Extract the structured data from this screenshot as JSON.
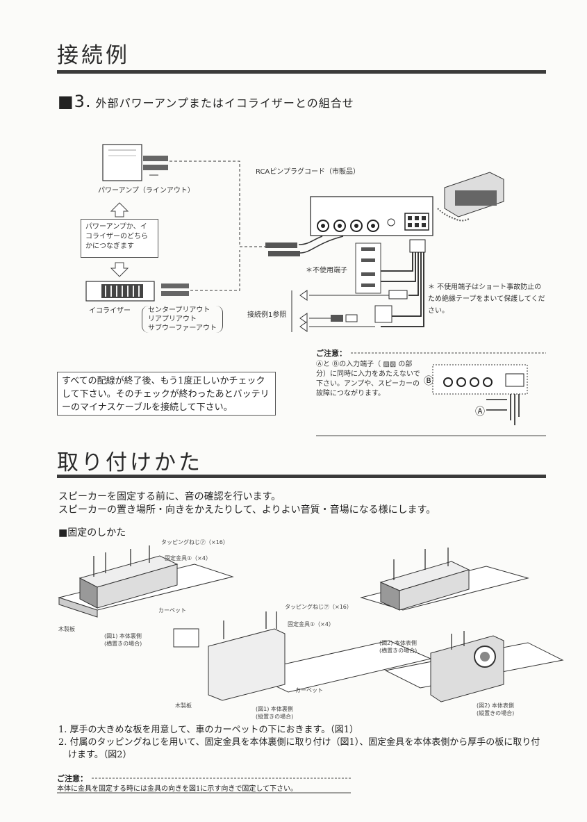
{
  "section1": {
    "title": "接続例",
    "subheading_num": "■3.",
    "subheading_text": "外部パワーアンプまたはイコライザーとの組合せ"
  },
  "diagram1": {
    "rca_label": "RCAピンプラグコード（市販品）",
    "power_amp_label": "パワーアンプ（ラインアウト）",
    "choice_box": "パワーアンプか、イコライザーのどちらかにつなぎます",
    "equalizer_label": "イコライザー",
    "equalizer_outputs": [
      "センタープリアウト",
      "リアプリアウト",
      "サブウーファーアウト"
    ],
    "unused_terminal": "＊不使用端子",
    "unused_note": "＊ 不使用端子はショート事故防止のため絶縁テープをまいて保護してください。",
    "ref_example": "接続例1参照"
  },
  "caution1": {
    "heading": "ご注意：",
    "text": "Ⓐと Ⓑの入力端子（ ▨▨ の部分）に同時に入力をあたえないで下さい。アンプや、スピーカーの故障につながります。",
    "marker_b": "Ⓑ",
    "marker_a": "Ⓐ"
  },
  "check_box": {
    "text": "すべての配線が終了後、もう1度正しいかチェックして下さい。そのチェックが終わったあとバッテリーのマイナスケーブルを接続して下さい。"
  },
  "section2": {
    "title": "取り付けかた",
    "intro": [
      "スピーカーを固定する前に、音の確認を行います。",
      "スピーカーの置き場所・向きをかえたりして、よりよい音質・音場になる様にします。"
    ],
    "sub": "■固定のしかた"
  },
  "diagram2": {
    "screw_label": "タッピングねじ㋐（×16）",
    "bracket_label": "固定金具①（×4）",
    "carpet": "カーペット",
    "wood_board": "木製板",
    "fig1_flat": "(図1) 本体裏側",
    "fig1_flat_sub": "(横置きの場合)",
    "fig2_flat": "(図2) 本体表側",
    "fig2_flat_sub": "(横置きの場合)",
    "fig1_upright": "(図1) 本体裏側",
    "fig1_upright_sub": "(縦置きの場合)",
    "fig2_upright": "(図2) 本体表側",
    "fig2_upright_sub": "(縦置きの場合)"
  },
  "steps": [
    "1. 厚手の大きめな板を用意して、車のカーペットの下におきます。（図1）",
    "2. 付属のタッピングねじを用いて、固定金具を本体裏側に取り付け（図1）、固定金具を本体表側から厚手の板に取り付けます。（図2）"
  ],
  "caution2": {
    "heading": "ご注意：",
    "text": "本体に金具を固定する時には金具の向きを図1に示す向きで固定して下さい。"
  }
}
